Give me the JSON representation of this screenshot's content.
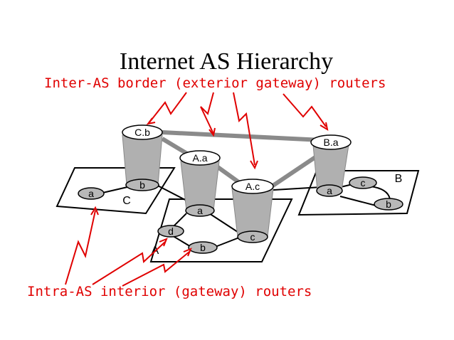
{
  "title": "Internet AS Hierarchy",
  "annotations": {
    "inter_as": "Inter-AS border (exterior gateway) routers",
    "intra_as": "Intra-AS interior (gateway) routers"
  },
  "as_labels": {
    "as_a": "A",
    "as_b": "B",
    "as_c": "C"
  },
  "border_routers": {
    "cb": "C.b",
    "aa": "A.a",
    "ac": "A.c",
    "ba": "B.a"
  },
  "routers": {
    "c_a": "a",
    "c_b": "b",
    "a_a": "a",
    "a_b": "b",
    "a_c": "c",
    "a_d": "d",
    "b_a": "a",
    "b_b": "b",
    "b_c": "c"
  },
  "colors": {
    "annotation": "#e00000",
    "cylinder": "#b0b0b0",
    "inter_link": "#8a8a8a",
    "router": "#b8b8b8"
  }
}
